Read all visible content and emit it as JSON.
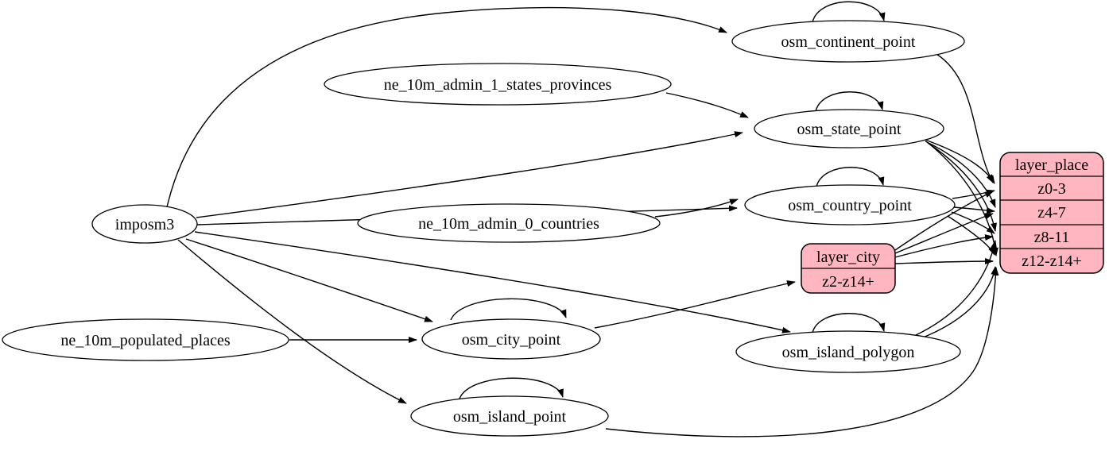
{
  "diagram": {
    "type": "graphviz-etl-flow",
    "colors": {
      "record_fill": "#ffb6c1",
      "node_fill": "#ffffff",
      "stroke": "#000000",
      "background": "#ffffff"
    },
    "nodes": {
      "imposm3": {
        "label": "imposm3"
      },
      "ne_10m_admin_1_states_provinces": {
        "label": "ne_10m_admin_1_states_provinces"
      },
      "ne_10m_admin_0_countries": {
        "label": "ne_10m_admin_0_countries"
      },
      "ne_10m_populated_places": {
        "label": "ne_10m_populated_places"
      },
      "osm_continent_point": {
        "label": "osm_continent_point"
      },
      "osm_state_point": {
        "label": "osm_state_point"
      },
      "osm_country_point": {
        "label": "osm_country_point"
      },
      "osm_city_point": {
        "label": "osm_city_point"
      },
      "osm_island_polygon": {
        "label": "osm_island_polygon"
      },
      "osm_island_point": {
        "label": "osm_island_point"
      },
      "layer_place": {
        "title": "layer_place",
        "rows": [
          "z0-3",
          "z4-7",
          "z8-11",
          "z12-z14+"
        ]
      },
      "layer_city": {
        "title": "layer_city",
        "rows": [
          "z2-z14+"
        ]
      }
    },
    "edges": [
      {
        "from": "imposm3",
        "to": "osm_continent_point"
      },
      {
        "from": "imposm3",
        "to": "osm_state_point"
      },
      {
        "from": "imposm3",
        "to": "osm_country_point"
      },
      {
        "from": "imposm3",
        "to": "osm_city_point"
      },
      {
        "from": "imposm3",
        "to": "osm_island_polygon"
      },
      {
        "from": "imposm3",
        "to": "osm_island_point"
      },
      {
        "from": "ne_10m_admin_1_states_provinces",
        "to": "osm_state_point"
      },
      {
        "from": "ne_10m_admin_0_countries",
        "to": "osm_country_point"
      },
      {
        "from": "ne_10m_populated_places",
        "to": "osm_city_point"
      },
      {
        "from": "osm_continent_point",
        "to": "osm_continent_point"
      },
      {
        "from": "osm_state_point",
        "to": "osm_state_point"
      },
      {
        "from": "osm_country_point",
        "to": "osm_country_point"
      },
      {
        "from": "osm_city_point",
        "to": "osm_city_point"
      },
      {
        "from": "osm_island_polygon",
        "to": "osm_island_polygon"
      },
      {
        "from": "osm_island_point",
        "to": "osm_island_point"
      },
      {
        "from": "osm_city_point",
        "to": "layer_city:z2-z14+"
      },
      {
        "from": "osm_continent_point",
        "to": "layer_place:z0-3"
      },
      {
        "from": "osm_state_point",
        "to": "layer_place:z0-3"
      },
      {
        "from": "osm_state_point",
        "to": "layer_place:z4-7"
      },
      {
        "from": "osm_state_point",
        "to": "layer_place:z8-11"
      },
      {
        "from": "osm_state_point",
        "to": "layer_place:z12-z14+"
      },
      {
        "from": "osm_country_point",
        "to": "layer_place:z0-3"
      },
      {
        "from": "osm_country_point",
        "to": "layer_place:z4-7"
      },
      {
        "from": "osm_country_point",
        "to": "layer_place:z8-11"
      },
      {
        "from": "osm_country_point",
        "to": "layer_place:z12-z14+"
      },
      {
        "from": "layer_city",
        "to": "layer_place:z0-3"
      },
      {
        "from": "layer_city",
        "to": "layer_place:z4-7"
      },
      {
        "from": "layer_city",
        "to": "layer_place:z8-11"
      },
      {
        "from": "layer_city",
        "to": "layer_place:z12-z14+"
      },
      {
        "from": "osm_island_polygon",
        "to": "layer_place:z8-11"
      },
      {
        "from": "osm_island_polygon",
        "to": "layer_place:z12-z14+"
      },
      {
        "from": "osm_island_point",
        "to": "layer_place:z12-z14+"
      }
    ]
  }
}
